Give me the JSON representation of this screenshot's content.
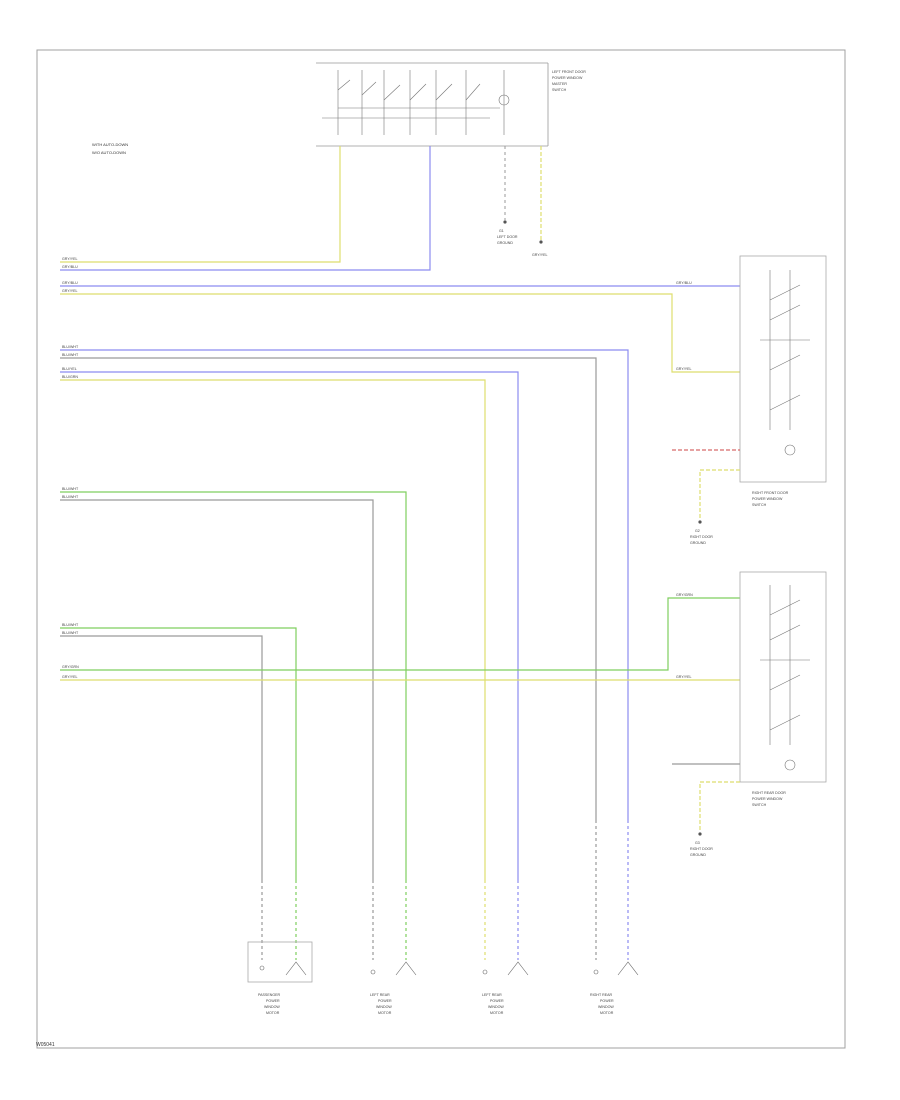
{
  "notes": [
    "WITH AUTO-DOWN",
    "W/O AUTO-DOWN"
  ],
  "components": {
    "left_switch": [
      "LEFT FRONT DOOR",
      "POWER WINDOW",
      "MASTER",
      "SWITCH"
    ],
    "ground_g1": [
      "G1",
      "LEFT DOOR",
      "GROUND"
    ],
    "right_front_door": [
      "RIGHT FRONT DOOR",
      "POWER WINDOW",
      "SWITCH"
    ],
    "right_rear_door": [
      "RIGHT REAR DOOR",
      "POWER WINDOW",
      "SWITCH"
    ],
    "ground_g2": [
      "G2",
      "RIGHT DOOR",
      "GROUND"
    ],
    "ground_g3": [
      "G3",
      "RIGHT DOOR",
      "GROUND"
    ],
    "motor_1": [
      "PASSENGER",
      "POWER",
      "WINDOW",
      "MOTOR"
    ],
    "motor_2": [
      "LEFT REAR",
      "POWER",
      "WINDOW",
      "MOTOR"
    ],
    "motor_3": [
      "LEFT REAR",
      "POWER",
      "WINDOW",
      "MOTOR"
    ],
    "motor_4": [
      "RIGHT REAR",
      "POWER",
      "WINDOW",
      "MOTOR"
    ]
  },
  "wire_labels": {
    "w1": "GRY/YEL",
    "w2": "GRY/BLU",
    "w3": "GRY/BLU",
    "w4": "GRY/YEL",
    "w5": "BLU/WHT",
    "w6": "BLU/WHT",
    "w7": "BLU/YEL",
    "w8": "BLU/GRN",
    "w9": "BLU/WHT",
    "w10": "BLU/WHT",
    "w11": "BLU/WHT",
    "w12": "BLU/WHT",
    "w13": "GRY/GRN",
    "w14": "GRY/YEL",
    "r1": "GRY/BLU",
    "r2": "GRY/YEL",
    "r3": "GRY/GRN",
    "r4": "GRY/YEL"
  },
  "footer": "W05041",
  "colors": {
    "blue": "#8c8cf0",
    "yellow": "#dede6e",
    "green": "#7fcf5f",
    "gray": "#9a9a9a",
    "red": "#d86a6a",
    "frame": "#9a9a9a"
  }
}
